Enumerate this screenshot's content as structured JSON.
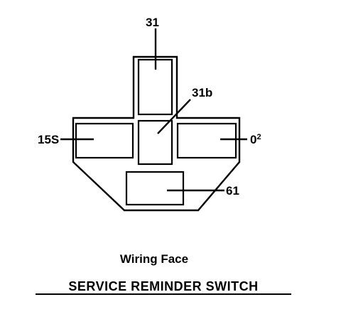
{
  "pins": {
    "top": "31",
    "center": "31b",
    "left": "15S",
    "right_base": "0",
    "right_superscript": "2",
    "bottom": "61"
  },
  "caption": {
    "subtitle": "Wiring Face",
    "title": "SERVICE REMINDER SWITCH"
  },
  "colors": {
    "ink": "#000000",
    "background": "#ffffff"
  }
}
